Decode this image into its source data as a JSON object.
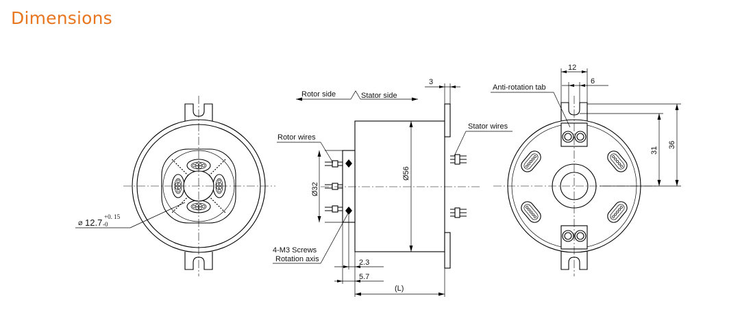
{
  "section_title": "Dimensions",
  "colors": {
    "title": "#e8761e",
    "line": "#000000"
  },
  "front_view": {
    "bore_symbol": "⌀",
    "bore_value": "12.7",
    "bore_tol_upper": "+0. 15",
    "bore_tol_lower": "-0"
  },
  "side_view": {
    "rotor_side": "Rotor side",
    "stator_side": "Stator side",
    "rotor_wires": "Rotor wires",
    "stator_wires": "Stator wires",
    "dim_3": "3",
    "dim_dia56": "Ø56",
    "dim_dia32": "Ø32",
    "screws": "4-M3 Screws",
    "rotation_axis": "Rotation axis",
    "dim_2_3": "2.3",
    "dim_5_7": "5.7",
    "dim_L": "(L)"
  },
  "rear_view": {
    "anti_rotation_tab": "Anti-rotation tab",
    "dim_12": "12",
    "dim_6": "6",
    "dim_31": "31",
    "dim_36": "36"
  }
}
